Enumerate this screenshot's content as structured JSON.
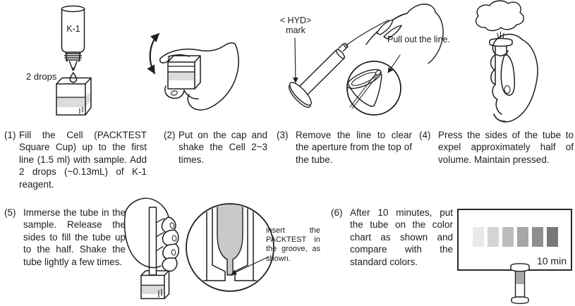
{
  "steps": [
    {
      "num": "(1)",
      "text": "Fill the Cell (PACKTEST Square Cup)  up to the first line (1.5 ml) with sample. Add 2 drops (~0.13mL) of K-1 reagent."
    },
    {
      "num": "(2)",
      "text": "Put on the cap and shake the Cell 2~3 times."
    },
    {
      "num": "(3)",
      "text": "Remove the line to clear the aperture from the top of the tube."
    },
    {
      "num": "(4)",
      "text": "Press the sides of the tube to expel approximately half of volume. Maintain pressed."
    },
    {
      "num": "(5)",
      "text": "Immerse the tube in the sample. Release the sides to fill the tube up to the half. Shake the tube lightly a few times."
    },
    {
      "num": "(6)",
      "text": "After 10 minutes, put the tube on the color chart as shown and compare with the standard colors."
    }
  ],
  "labels": {
    "bottle": "K-1",
    "drops": "2 drops",
    "hyd_line1": "< HYD>",
    "hyd_line2": "mark",
    "pull_line": "Pull out the line.",
    "groove_note": "insert the PACKTEST in the groove, as shown.",
    "chart_time": "10 min"
  },
  "color_chart": {
    "swatches": [
      "#e9e9e9",
      "#d4d4d4",
      "#bdbdbd",
      "#a6a6a6",
      "#8f8f8f",
      "#787878"
    ]
  }
}
